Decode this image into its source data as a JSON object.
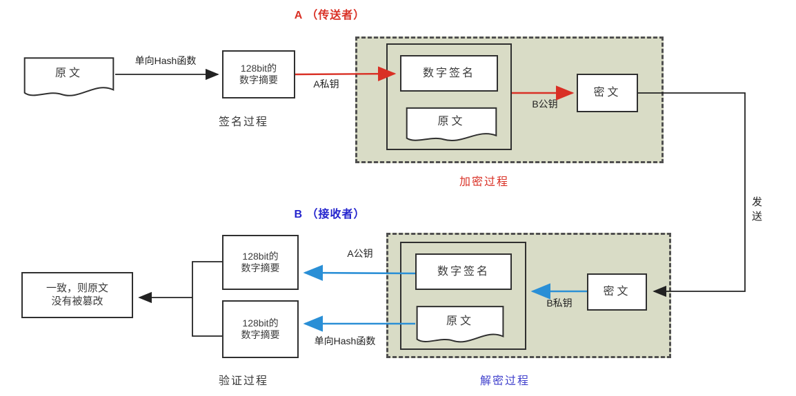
{
  "sections": {
    "sender": {
      "title": "A （传送者）",
      "sign_process": "签名过程",
      "encrypt_process": "加密过程"
    },
    "receiver": {
      "title": "B （接收者）",
      "verify_process": "验证过程",
      "decrypt_process": "解密过程"
    }
  },
  "nodes": {
    "source_doc": "原文",
    "digest_sign": {
      "line1": "128bit的",
      "line2": "数字摘要"
    },
    "signature_enc": "数字签名",
    "original_enc": "原文",
    "cipher_enc": "密文",
    "cipher_dec": "密文",
    "signature_dec": "数字签名",
    "original_dec": "原文",
    "digest_recv_a": {
      "line1": "128bit的",
      "line2": "数字摘要"
    },
    "digest_recv_b": {
      "line1": "128bit的",
      "line2": "数字摘要"
    },
    "conclusion": {
      "line1": "一致，则原文",
      "line2": "没有被篡改"
    }
  },
  "edges": {
    "hash_fn_top": "单向Hash函数",
    "a_private_key": "A私钥",
    "b_public_key": "B公钥",
    "send": "发送",
    "b_private_key": "B私钥",
    "a_public_key": "A公钥",
    "hash_fn_bottom": "单向Hash函数"
  },
  "colors": {
    "red_arrow": "#d93025",
    "blue_arrow": "#2a8fd6",
    "blue_title": "#2323cd",
    "purple_label": "#4040cc",
    "panel_background": "#d9dcc6",
    "line": "#222222"
  }
}
